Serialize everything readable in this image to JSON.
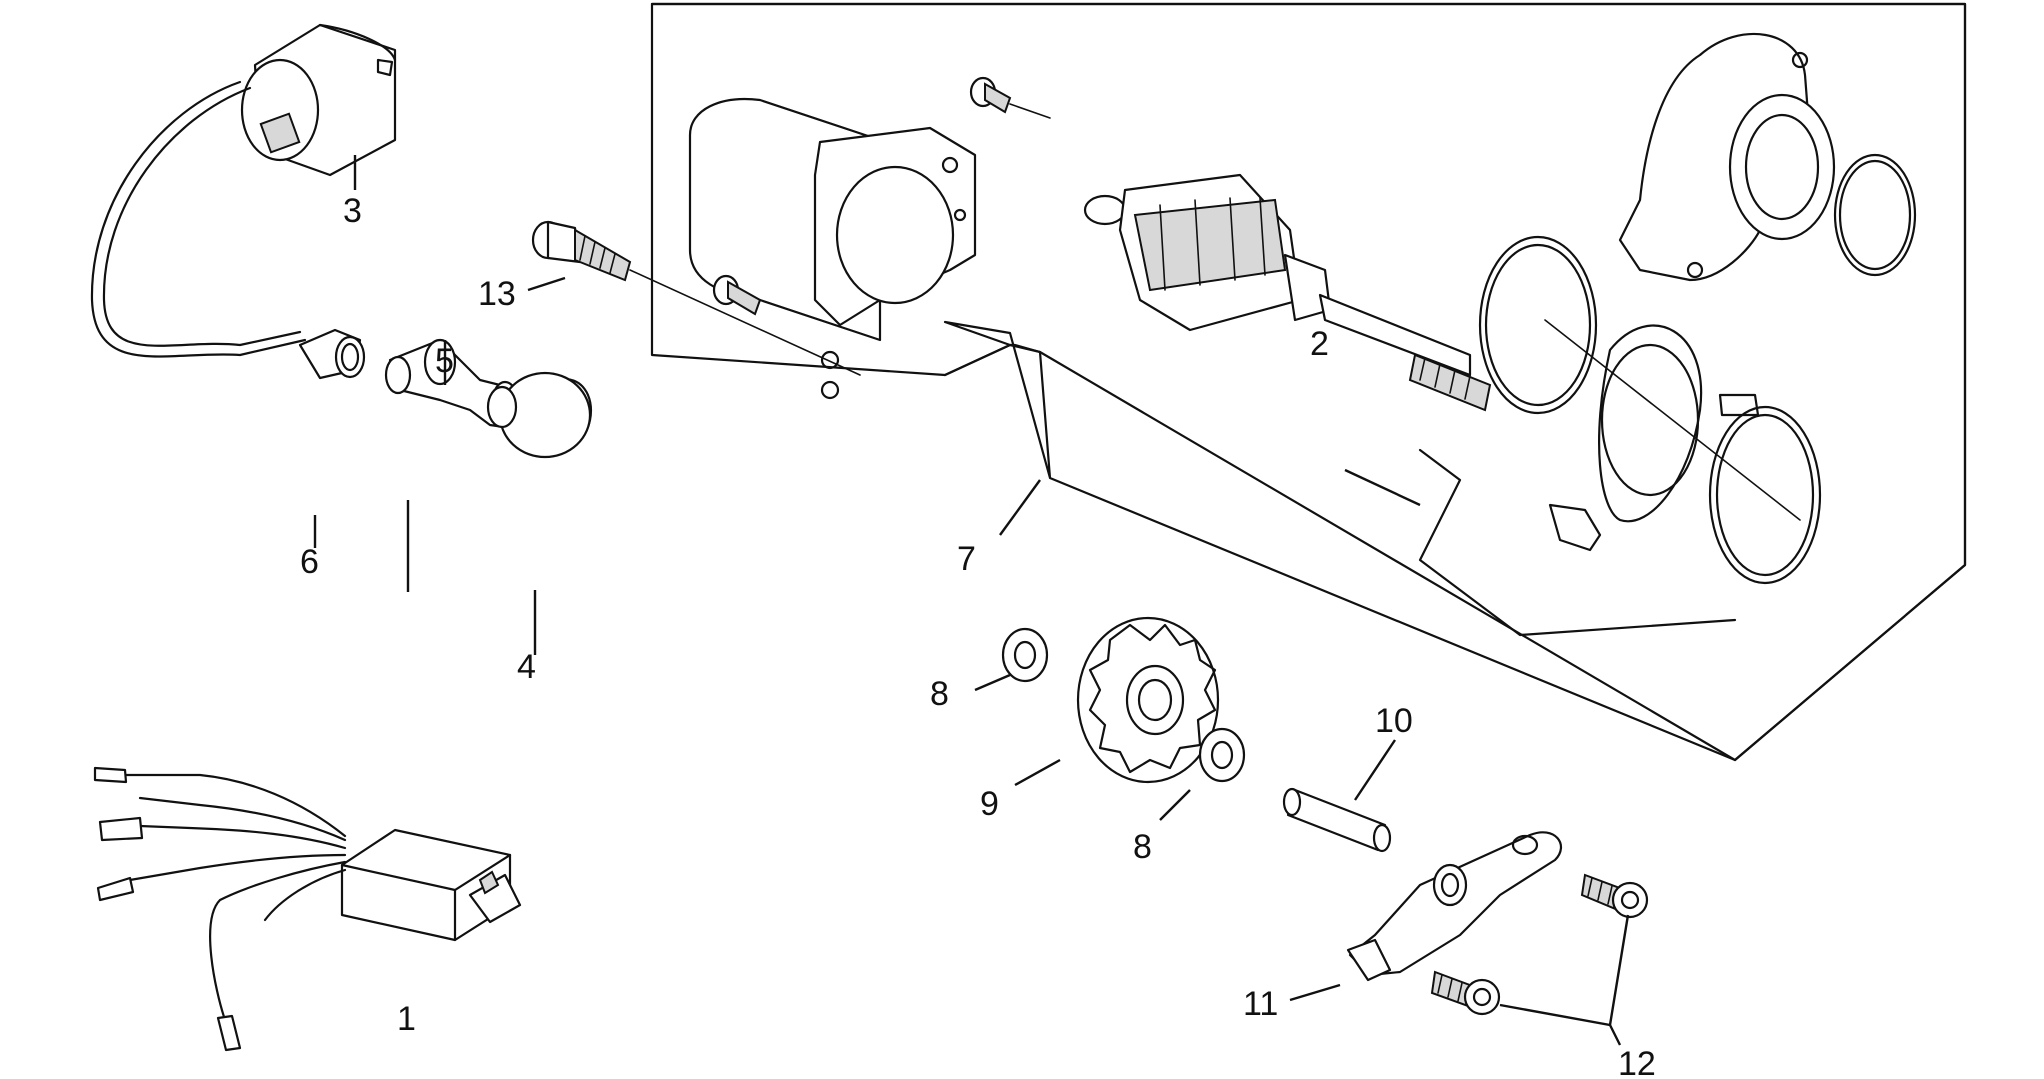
{
  "diagram": {
    "callouts": {
      "c1": "1",
      "c2": "2",
      "c3": "3",
      "c4": "4",
      "c5": "5",
      "c6": "6",
      "c7": "7",
      "c8a": "8",
      "c8b": "8",
      "c9": "9",
      "c10": "10",
      "c11": "11",
      "c12": "12",
      "c13": "13"
    },
    "colors": {
      "line": "#111111",
      "background": "#ffffff"
    }
  }
}
